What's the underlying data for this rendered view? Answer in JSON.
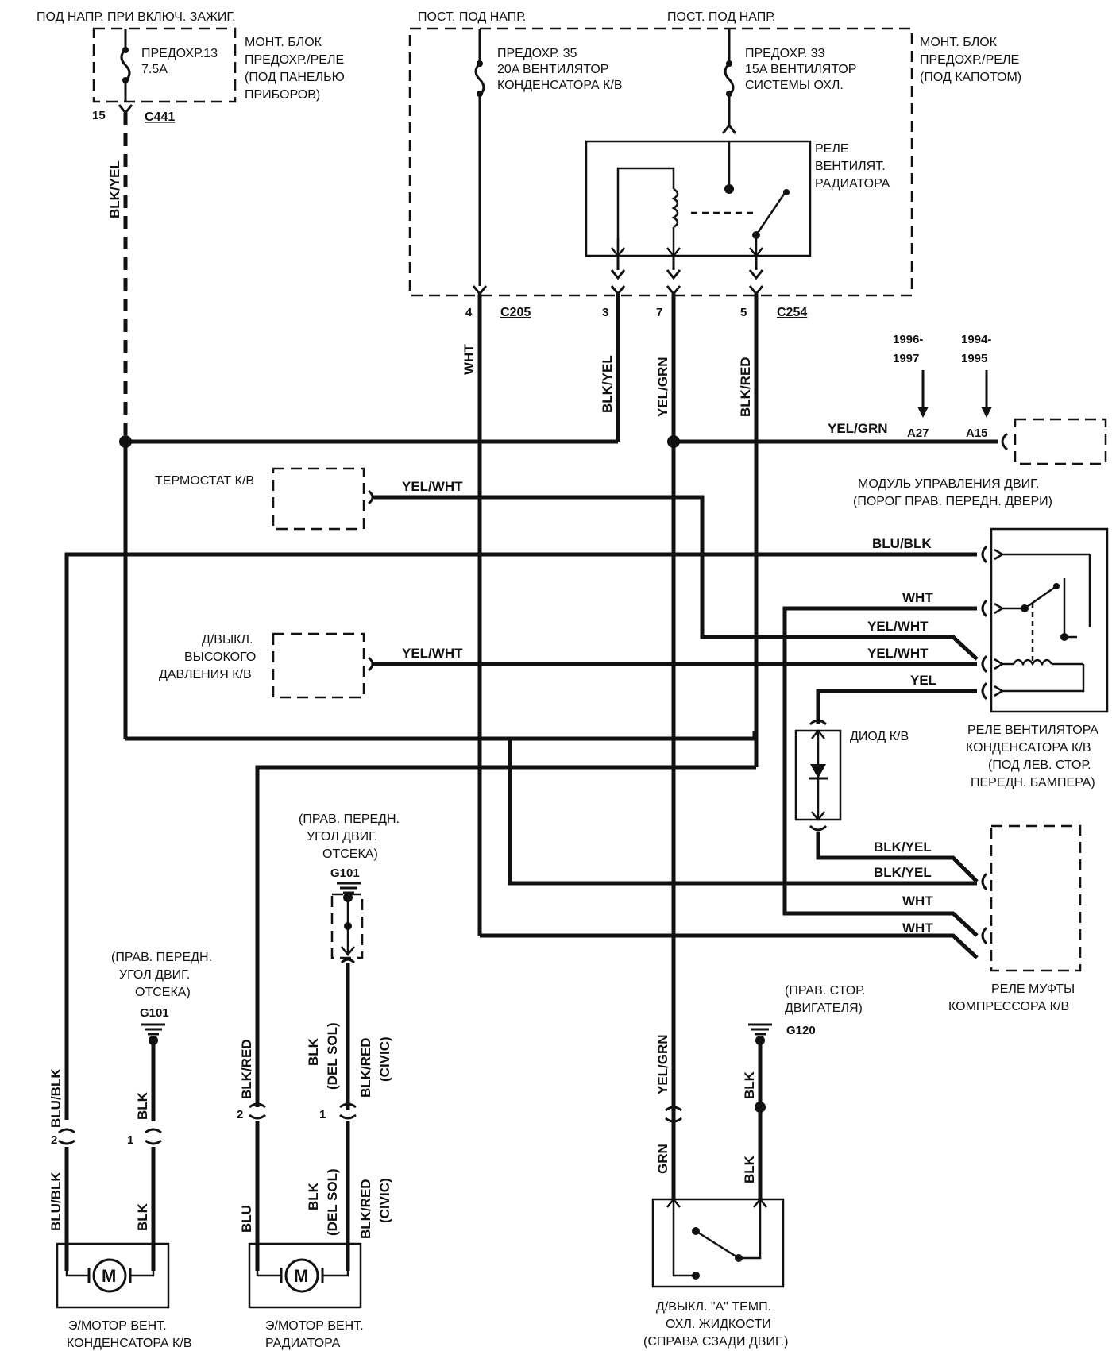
{
  "labels": {
    "ign_power": "ПОД НАПР. ПРИ ВКЛЮЧ. ЗАЖИГ.",
    "const_power_1": "ПОСТ. ПОД НАПР.",
    "const_power_2": "ПОСТ. ПОД НАПР.",
    "fuse13_line1": "ПРЕДОХР.13",
    "fuse13_line2": "7.5A",
    "box_dash_line1": "МОНТ. БЛОК",
    "box_dash_line2": "ПРЕДОХР./РЕЛЕ",
    "box_dash_line3": "(ПОД ПАНЕЛЬЮ",
    "box_dash_line4": "ПРИБОРОВ)",
    "fuse35_line1": "ПРЕДОХР. 35",
    "fuse35_line2": "20A ВЕНТИЛЯТОР",
    "fuse35_line3": "КОНДЕНСАТОРА К/В",
    "fuse33_line1": "ПРЕДОХР. 33",
    "fuse33_line2": "15A ВЕНТИЛЯТОР",
    "fuse33_line3": "СИСТЕМЫ ОХЛ.",
    "box_hood_line1": "МОНТ. БЛОК",
    "box_hood_line2": "ПРЕДОХР./РЕЛЕ",
    "box_hood_line3": "(ПОД КАПОТОМ)",
    "rad_relay_line1": "РЕЛЕ",
    "rad_relay_line2": "ВЕНТИЛЯТ.",
    "rad_relay_line3": "РАДИАТОРА",
    "yr1996_line1": "1996-",
    "yr1996_line2": "1997",
    "yr1994_line1": "1994-",
    "yr1994_line2": "1995",
    "ecm_line1": "МОДУЛЬ УПРАВЛЕНИЯ ДВИГ.",
    "ecm_line2": "(ПОРОГ ПРАВ. ПЕРЕДН. ДВЕРИ)",
    "thermostat": "ТЕРМОСТАТ К/В",
    "hps_line1": "Д/ВЫКЛ.",
    "hps_line2": "ВЫСОКОГО",
    "hps_line3": "ДАВЛЕНИЯ К/В",
    "cond_relay_line1": "РЕЛЕ ВЕНТИЛЯТОРА",
    "cond_relay_line2": "КОНДЕНСАТОРА К/В",
    "cond_relay_line3": "(ПОД ЛЕВ. СТОР.",
    "cond_relay_line4": "ПЕРЕДН. БАМПЕРА)",
    "diode": "ДИОД К/В",
    "clutch_relay_line1": "РЕЛЕ МУФТЫ",
    "clutch_relay_line2": "КОМПРЕССОРА К/В",
    "g101a_line1": "(ПРАВ. ПЕРЕДН.",
    "g101a_line2": "УГОЛ ДВИГ.",
    "g101a_line3": "ОТСЕКА)",
    "g101b_line1": "(ПРАВ. ПЕРЕДН.",
    "g101b_line2": "УГОЛ ДВИГ.",
    "g101b_line3": "ОТСЕКА)",
    "g120_line1": "(ПРАВ. СТОР.",
    "g120_line2": "ДВИГАТЕЛЯ)",
    "motor_cond_line1": "Э/МОТОР ВЕНТ.",
    "motor_cond_line2": "КОНДЕНСАТОРА К/В",
    "motor_rad_line1": "Э/МОТОР ВЕНТ.",
    "motor_rad_line2": "РАДИАТОРА",
    "tempsw_line1": "Д/ВЫКЛ. \"А\" ТЕМП.",
    "tempsw_line2": "ОХЛ. ЖИДКОСТИ",
    "tempsw_line3": "(СПРАВА СЗАДИ ДВИГ.)",
    "motor_symbol_1": "M",
    "motor_symbol_2": "M"
  },
  "connectors": {
    "c441": "C441",
    "c205": "C205",
    "c254": "C254",
    "g101a": "G101",
    "g101b": "G101",
    "g120": "G120",
    "a27": "A27",
    "a15": "A15"
  },
  "pins": {
    "p15": "15",
    "p4": "4",
    "p3": "3",
    "p7": "7",
    "p5": "5",
    "pm2a": "2",
    "pm1a": "1",
    "pm2b": "2",
    "pm1b": "1"
  },
  "wires": {
    "blk_yel_left": "BLK/YEL",
    "wht_c205": "WHT",
    "blk_yel_3": "BLK/YEL",
    "yel_grn_7": "YEL/GRN",
    "blk_red_5": "BLK/RED",
    "yel_grn_ecm": "YEL/GRN",
    "yel_wht_thermo": "YEL/WHT",
    "blu_blk_relay": "BLU/BLK",
    "wht_relay": "WHT",
    "yel_wht_relay1": "YEL/WHT",
    "yel_wht_relay2": "YEL/WHT",
    "yel_wht_hps": "YEL/WHT",
    "yel_relay": "YEL",
    "blk_yel_clutch1": "BLK/YEL",
    "blk_yel_clutch2": "BLK/YEL",
    "wht_clutch1": "WHT",
    "wht_clutch2": "WHT",
    "blu_blk_up": "BLU/BLK",
    "blk_up_a": "BLK",
    "blu_blk_down": "BLU/BLK",
    "blk_down_a": "BLK",
    "blk_red_up": "BLK/RED",
    "blk_del_sol_up1": "BLK",
    "blk_del_sol_up2": "(DEL SOL)",
    "blk_red_civic_up1": "BLK/RED",
    "blk_red_civic_up2": "(CIVIC)",
    "blu_down": "BLU",
    "blk_del_sol_dn1": "BLK",
    "blk_del_sol_dn2": "(DEL SOL)",
    "blk_red_civic_dn1": "BLK/RED",
    "blk_red_civic_dn2": "(CIVIC)",
    "yel_grn_low": "YEL/GRN",
    "grn_low": "GRN",
    "blk_g120_up": "BLK",
    "blk_g120_dn": "BLK"
  }
}
